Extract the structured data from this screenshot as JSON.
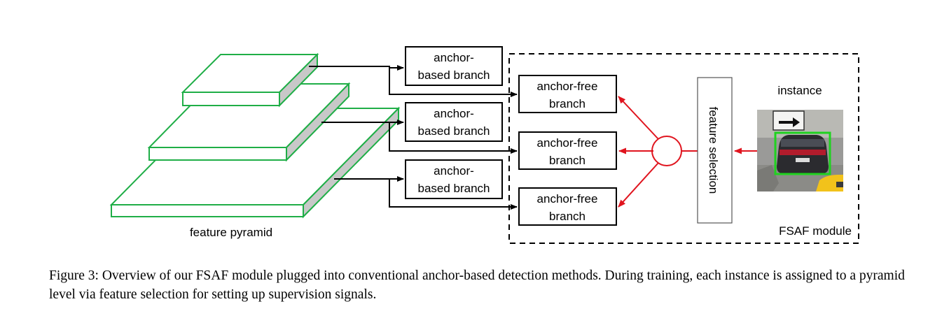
{
  "pyramid": {
    "label": "feature pyramid"
  },
  "anchor_based": {
    "line1": "anchor-",
    "line2": "based branch"
  },
  "anchor_free": {
    "line1": "anchor-free",
    "line2": "branch"
  },
  "feature_selection": {
    "label": "feature selection"
  },
  "instance": {
    "label": "instance"
  },
  "module": {
    "label": "FSAF module"
  },
  "caption": {
    "prefix": "Figure 3:",
    "text": "Overview of our FSAF module plugged into conventional anchor-based detection methods. During training, each instance is assigned to a pyramid level via feature selection for setting up supervision signals."
  },
  "colors": {
    "pyramid_edge": "#1fae47",
    "arrow_red": "#e0141e",
    "box_green": "#1fd21f"
  }
}
